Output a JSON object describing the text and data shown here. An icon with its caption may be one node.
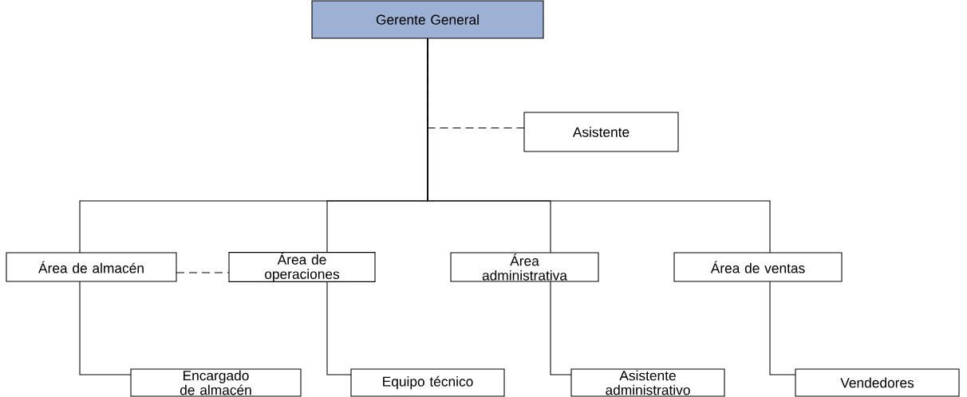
{
  "diagram": {
    "nodes": [
      {
        "text": [
          "Gerente General"
        ]
      },
      {
        "text": [
          "Asistente"
        ]
      },
      {
        "text": [
          "Área de almacén"
        ]
      },
      {
        "text": [
          "Área de operaciones"
        ]
      },
      {
        "text": [
          "Área administrativa"
        ]
      },
      {
        "text": [
          "Área de ventas"
        ]
      },
      {
        "text": [
          "Encargado de almacén"
        ]
      },
      {
        "text": [
          "Equipo técnico"
        ]
      },
      {
        "text": [
          "Asistente administrativo"
        ]
      },
      {
        "text": [
          "Vendedores"
        ]
      }
    ],
    "edges": [
      {
        "from": 0,
        "to": 1,
        "arrow": "none",
        "style": "dashed"
      },
      {
        "from": 0,
        "to": 2,
        "arrow": "none"
      },
      {
        "from": 0,
        "to": 3,
        "arrow": "none"
      },
      {
        "from": 0,
        "to": 4,
        "arrow": "none"
      },
      {
        "from": 0,
        "to": 5,
        "arrow": "none"
      },
      {
        "from": 2,
        "to": 3,
        "arrow": "none",
        "style": "dashed"
      },
      {
        "from": 2,
        "to": 6,
        "arrow": "none"
      },
      {
        "from": 3,
        "to": 7,
        "arrow": "none"
      },
      {
        "from": 4,
        "to": 8,
        "arrow": "none"
      },
      {
        "from": 5,
        "to": 9,
        "arrow": "none"
      }
    ]
  }
}
